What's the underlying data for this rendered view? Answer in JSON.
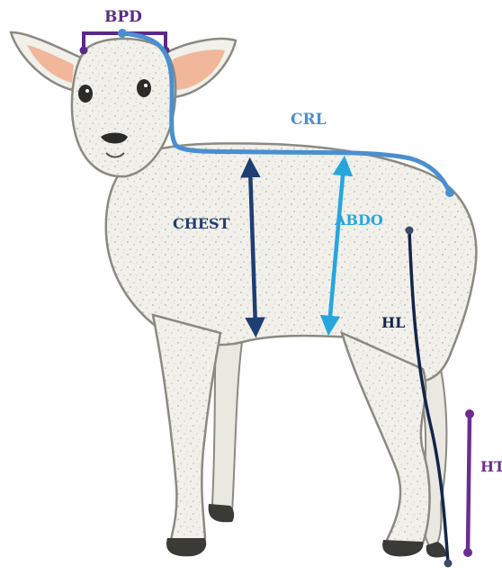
{
  "labels": {
    "bpd": "BPD",
    "crl": "CRL",
    "chest": "CHEST",
    "abdo": "ABDO",
    "hl": "HL",
    "ht": "HT"
  },
  "colors": {
    "bpd": "#5b2a86",
    "crl": "#4a8fd0",
    "chest": "#1f3e73",
    "abdo": "#27a6de",
    "hl": "#14254a",
    "ht": "#6b2d8f",
    "fleece": "#f1f0ea",
    "outline": "#8a8a82",
    "ear_inner": "#f0b79a",
    "hoof": "#3a3a36"
  },
  "icons": {
    "figure": "lamb-illustration"
  }
}
